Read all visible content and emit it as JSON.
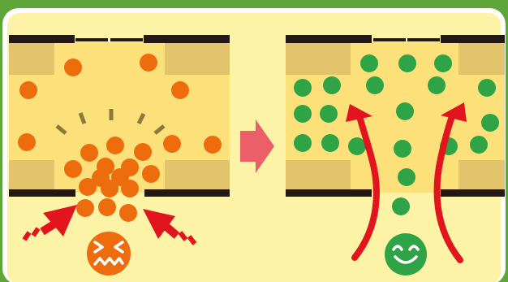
{
  "colors": {
    "frame_green": "#5ea53a",
    "card_white": "#ffffff",
    "card_cream": "#fdf3a6",
    "channel_yellow": "#fce17a",
    "wall_tan": "#e2c46d",
    "bar_dark": "#231815",
    "particle_orange": "#ec6c0e",
    "particle_green": "#2ea446",
    "arrow_red": "#e2141d",
    "transition_arrow_pink": "#ec5f69",
    "impact_line_olive": "#8c7a3a",
    "face_line_white": "#ffffff"
  },
  "panels": [
    {
      "name": "before-clogged",
      "state": "clogged",
      "particle_color_key": "particle_orange",
      "flow": "converging-inward",
      "face": "distressed-face-icon"
    },
    {
      "name": "after-flowing",
      "state": "flowing",
      "particle_color_key": "particle_green",
      "flow": "diverging-upward",
      "face": "smiling-face-icon"
    }
  ],
  "transition": {
    "icon": "right-arrow-icon"
  }
}
